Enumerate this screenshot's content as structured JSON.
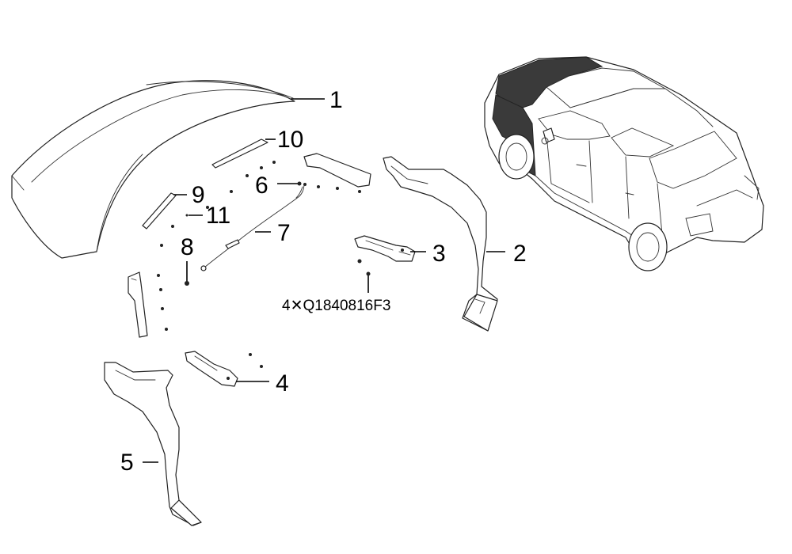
{
  "callouts": [
    {
      "id": "1",
      "label": "1",
      "part": "hood-panel"
    },
    {
      "id": "2",
      "label": "2",
      "part": "front-fender-right"
    },
    {
      "id": "3",
      "label": "3",
      "part": "hood-hinge-right"
    },
    {
      "id": "4",
      "label": "4",
      "part": "hood-hinge-left"
    },
    {
      "id": "5",
      "label": "5",
      "part": "front-fender-left"
    },
    {
      "id": "6",
      "label": "6",
      "part": "hood-stay-clip"
    },
    {
      "id": "7",
      "label": "7",
      "part": "hood-stay-rod"
    },
    {
      "id": "8",
      "label": "8",
      "part": "bolt"
    },
    {
      "id": "9",
      "label": "9",
      "part": "seal-left"
    },
    {
      "id": "10",
      "label": "10",
      "part": "seal-right"
    },
    {
      "id": "11",
      "label": "11",
      "part": "clip"
    }
  ],
  "bolt_note": "4✕Q1840816F3",
  "colors": {
    "line": "#222222",
    "highlight": "#3a3a3a",
    "background": "#ffffff"
  }
}
